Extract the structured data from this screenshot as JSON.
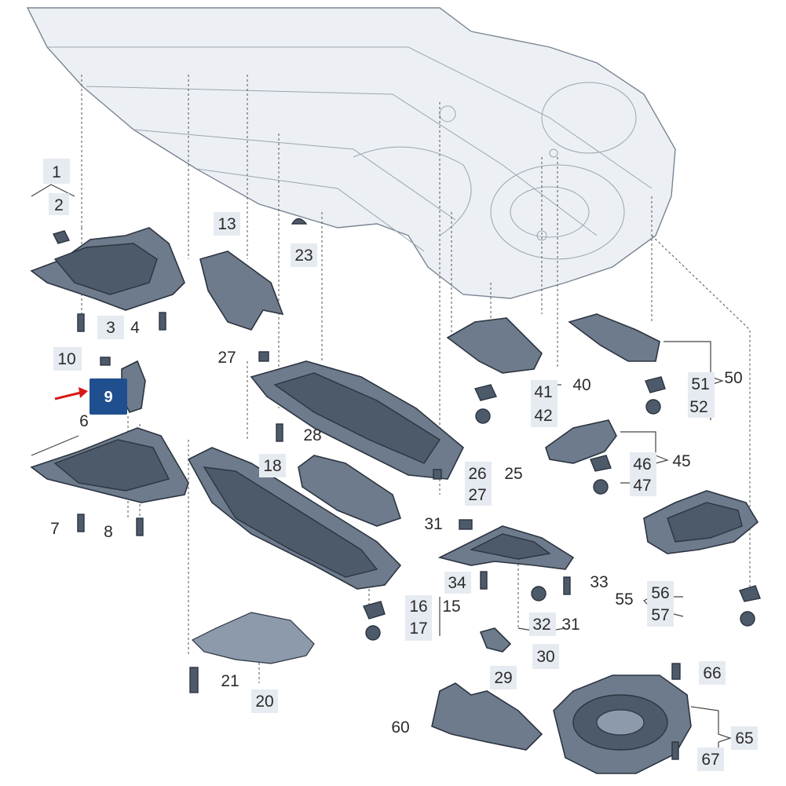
{
  "diagram": {
    "highlighted_part": "9",
    "callouts": [
      {
        "id": "c1",
        "label": "1"
      },
      {
        "id": "c2",
        "label": "2"
      },
      {
        "id": "c3",
        "label": "3"
      },
      {
        "id": "c4",
        "label": "4"
      },
      {
        "id": "c6",
        "label": "6"
      },
      {
        "id": "c7",
        "label": "7"
      },
      {
        "id": "c8",
        "label": "8"
      },
      {
        "id": "c10",
        "label": "10"
      },
      {
        "id": "c13",
        "label": "13"
      },
      {
        "id": "c15",
        "label": "15"
      },
      {
        "id": "c16",
        "label": "16"
      },
      {
        "id": "c17",
        "label": "17"
      },
      {
        "id": "c18",
        "label": "18"
      },
      {
        "id": "c20",
        "label": "20"
      },
      {
        "id": "c21",
        "label": "21"
      },
      {
        "id": "c23",
        "label": "23"
      },
      {
        "id": "c25",
        "label": "25"
      },
      {
        "id": "c26",
        "label": "26"
      },
      {
        "id": "c27a",
        "label": "27"
      },
      {
        "id": "c27b",
        "label": "27"
      },
      {
        "id": "c28",
        "label": "28"
      },
      {
        "id": "c29",
        "label": "29"
      },
      {
        "id": "c30",
        "label": "30"
      },
      {
        "id": "c31a",
        "label": "31"
      },
      {
        "id": "c31b",
        "label": "31"
      },
      {
        "id": "c32",
        "label": "32"
      },
      {
        "id": "c33",
        "label": "33"
      },
      {
        "id": "c34",
        "label": "34"
      },
      {
        "id": "c40",
        "label": "40"
      },
      {
        "id": "c41",
        "label": "41"
      },
      {
        "id": "c42",
        "label": "42"
      },
      {
        "id": "c45",
        "label": "45"
      },
      {
        "id": "c46",
        "label": "46"
      },
      {
        "id": "c47",
        "label": "47"
      },
      {
        "id": "c50",
        "label": "50"
      },
      {
        "id": "c51",
        "label": "51"
      },
      {
        "id": "c52",
        "label": "52"
      },
      {
        "id": "c55",
        "label": "55"
      },
      {
        "id": "c56",
        "label": "56"
      },
      {
        "id": "c57",
        "label": "57"
      },
      {
        "id": "c60",
        "label": "60"
      },
      {
        "id": "c65",
        "label": "65"
      },
      {
        "id": "c66",
        "label": "66"
      },
      {
        "id": "c67",
        "label": "67"
      }
    ]
  }
}
